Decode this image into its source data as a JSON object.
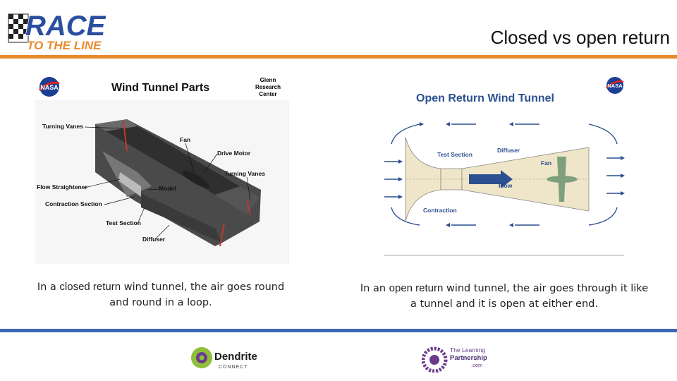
{
  "header": {
    "logo_line1": "RACE",
    "logo_line2": "TO THE LINE",
    "title": "Closed vs open return"
  },
  "left_diagram": {
    "heading": "Wind Tunnel Parts",
    "center_label": "Glenn\nResearch\nCenter",
    "center_line1": "Glenn",
    "center_line2": "Research",
    "center_line3": "Center",
    "nasa": "NASA",
    "labels": {
      "turning_vanes_left": "Turning Vanes",
      "fan": "Fan",
      "drive_motor": "Drive Motor",
      "turning_vanes_right": "Turning Vanes",
      "flow_straightener": "Flow Straightener",
      "model": "Model",
      "contraction_section": "Contraction Section",
      "test_section": "Test Section",
      "diffuser": "Diffuser"
    }
  },
  "right_diagram": {
    "heading": "Open Return Wind Tunnel",
    "nasa": "NASA",
    "labels": {
      "test_section": "Test Section",
      "diffuser": "Diffuser",
      "fan": "Fan",
      "flow": "Flow",
      "contraction": "Contraction"
    }
  },
  "captions": {
    "left_pre": "In a ",
    "left_kw": "closed return",
    "left_post": " wind tunnel, the air goes round and round in a loop.",
    "right_pre": "In an ",
    "right_kw": "open return",
    "right_post": " wind tunnel, the air goes through it like a tunnel and it is open at either end."
  },
  "footer": {
    "dendrite_name": "Dendrite",
    "dendrite_sub": "CONNECT",
    "tlp_line1": "The Learning",
    "tlp_line2": "Partnership",
    "tlp_line3": ".com"
  },
  "colors": {
    "orange_rule": "#e88a2e",
    "blue_rule": "#3b67b4",
    "logo_blue": "#2a4ea0",
    "logo_orange": "#e88a2e"
  }
}
